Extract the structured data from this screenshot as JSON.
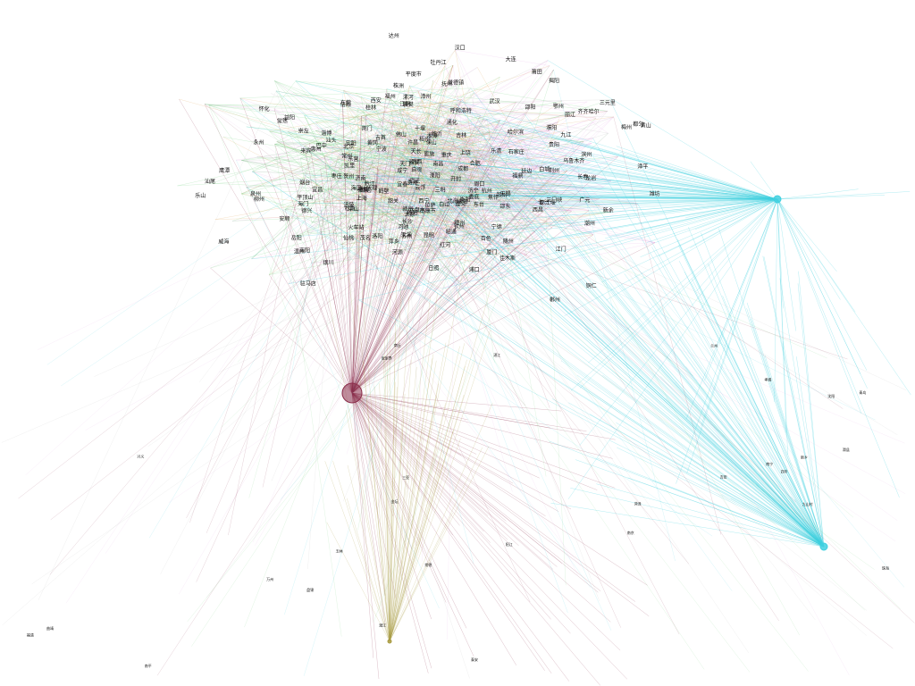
{
  "network": {
    "palette": {
      "background": "#ffffff",
      "label": "#111111",
      "pink_cluster": "#e6a8e6",
      "green_cluster": "#6fcf7a",
      "orange_cluster": "#e0a050",
      "cyan_cluster": "#3fd0e0",
      "maroon_hub": "#8b2d4a",
      "olive_cluster": "#a89a40",
      "gray_edges": "#b8b8b8"
    },
    "hubs": [
      {
        "name": "maroon-hub",
        "color": "#8b2d4a"
      },
      {
        "name": "cyan-hub-upper",
        "color": "#3fd0e0"
      },
      {
        "name": "cyan-hub-lower",
        "color": "#3fd0e0"
      },
      {
        "name": "olive-hub",
        "color": "#a89a40"
      }
    ],
    "labels": [
      "三元里",
      "火车站",
      "长春",
      "七一",
      "鸡西",
      "北京",
      "九山村",
      "汉口",
      "合肥",
      "平度市",
      "南康市",
      "龙岩",
      "德兴",
      "滑县",
      "邵东",
      "漳平",
      "衡阳",
      "海门",
      "浦口",
      "天长",
      "盘锦",
      "宜昌",
      "都江堰",
      "六盘水",
      "东台",
      "江阴",
      "福鼎",
      "金坛",
      "乐清",
      "黄山",
      "大理",
      "玉溪",
      "宿迁",
      "常熟",
      "福清",
      "新余",
      "溧阳",
      "吉首",
      "上海",
      "宁波",
      "杭州",
      "南京",
      "苏州",
      "无锡",
      "常州",
      "温州",
      "厦门",
      "泉州",
      "湛江",
      "绵阳",
      "德阳",
      "乐山",
      "自贡",
      "遵义",
      "安顺",
      "曲靖",
      "红河",
      "保山",
      "丽江",
      "铜仁",
      "凯里",
      "都匀",
      "兴义",
      "昭通",
      "西昌",
      "雅安",
      "广元",
      "巴中",
      "达州",
      "万州",
      "涪陵",
      "黔江",
      "恩施",
      "十堰",
      "襄樊",
      "荆门",
      "孝感",
      "黄冈",
      "咸宁",
      "鄂州",
      "荆州",
      "仙桃",
      "天门",
      "潜江",
      "随州",
      "武汉",
      "长沙",
      "株洲",
      "湘潭",
      "岳阳",
      "常德",
      "益阳",
      "郴州",
      "永州",
      "怀化",
      "娄底",
      "邵阳",
      "张家界",
      "南昌",
      "九江",
      "景德镇",
      "萍乡",
      "鹰潭",
      "赣州",
      "吉安",
      "宜春",
      "抚州",
      "上饶",
      "福州",
      "莆田",
      "三明",
      "南平",
      "宁德",
      "漳州",
      "汕头",
      "佛山",
      "东莞",
      "中山",
      "珠海",
      "江门",
      "肇庆",
      "惠州",
      "梅州",
      "汕尾",
      "河源",
      "阳江",
      "清远",
      "潮州",
      "揭阳",
      "云浮",
      "韶关",
      "茂名",
      "南宁",
      "柳州",
      "桂林",
      "梧州",
      "北海",
      "钦州",
      "贵港",
      "玉林",
      "百色",
      "贺州",
      "河池",
      "来宾",
      "崇左",
      "海口",
      "三亚",
      "成都",
      "重庆",
      "贵阳",
      "昆明",
      "拉萨",
      "西安",
      "兰州",
      "西宁",
      "银川",
      "乌鲁木齐",
      "太原",
      "石家庄",
      "呼和浩特",
      "沈阳",
      "大连",
      "哈尔滨",
      "齐齐哈尔",
      "牡丹江",
      "佳木斯",
      "吉林",
      "四平",
      "通化",
      "白山",
      "松原",
      "白城",
      "延边",
      "济南",
      "青岛",
      "淄博",
      "枣庄",
      "东营",
      "烟台",
      "潍坊",
      "济宁",
      "泰安",
      "威海",
      "日照",
      "临沂",
      "德州",
      "聊城",
      "滨州",
      "菏泽",
      "郑州",
      "开封",
      "洛阳",
      "平顶山",
      "安阳",
      "鹤壁",
      "新乡",
      "焦作",
      "濮阳",
      "许昌",
      "漯河",
      "三门峡",
      "南阳",
      "商丘",
      "信阳",
      "周口",
      "驻马店"
    ]
  }
}
